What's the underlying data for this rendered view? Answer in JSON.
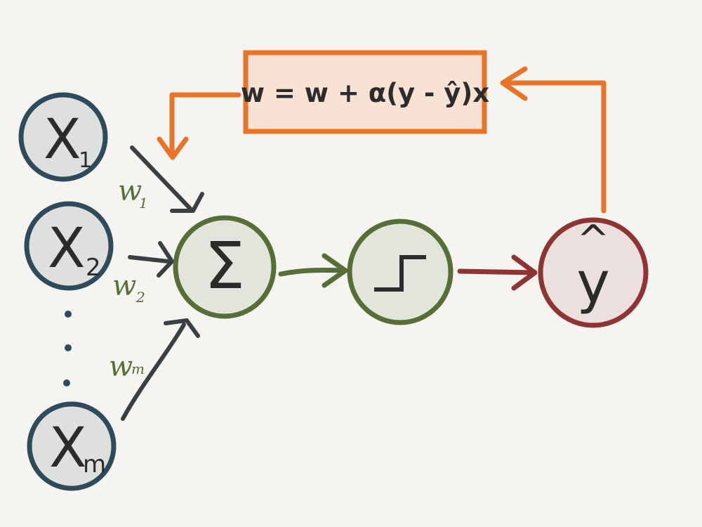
{
  "inputs": [
    {
      "base": "X",
      "sub": "1"
    },
    {
      "base": "X",
      "sub": "2"
    },
    {
      "base": "X",
      "sub": "m"
    }
  ],
  "ellipsis": "·\n·\n·",
  "weights": [
    {
      "base": "w",
      "sub": "1"
    },
    {
      "base": "w",
      "sub": "2"
    },
    {
      "base": "w",
      "sub": "m"
    }
  ],
  "summation": {
    "symbol": "Σ"
  },
  "activation": {
    "icon": "step-function-icon"
  },
  "output": {
    "symbol": "y",
    "hat": "^"
  },
  "update_rule": {
    "text": "w = w + α(y - ŷ)x"
  },
  "colors": {
    "input_stroke": "#2e4a5b",
    "input_fill": "#dde0dd",
    "green": "#566f36",
    "green_fill": "#e2e5dc",
    "red": "#8e3432",
    "red_fill": "#ece0de",
    "orange": "#e8742a",
    "box_fill": "#f8e2d4",
    "ink": "#2c2c2c"
  }
}
